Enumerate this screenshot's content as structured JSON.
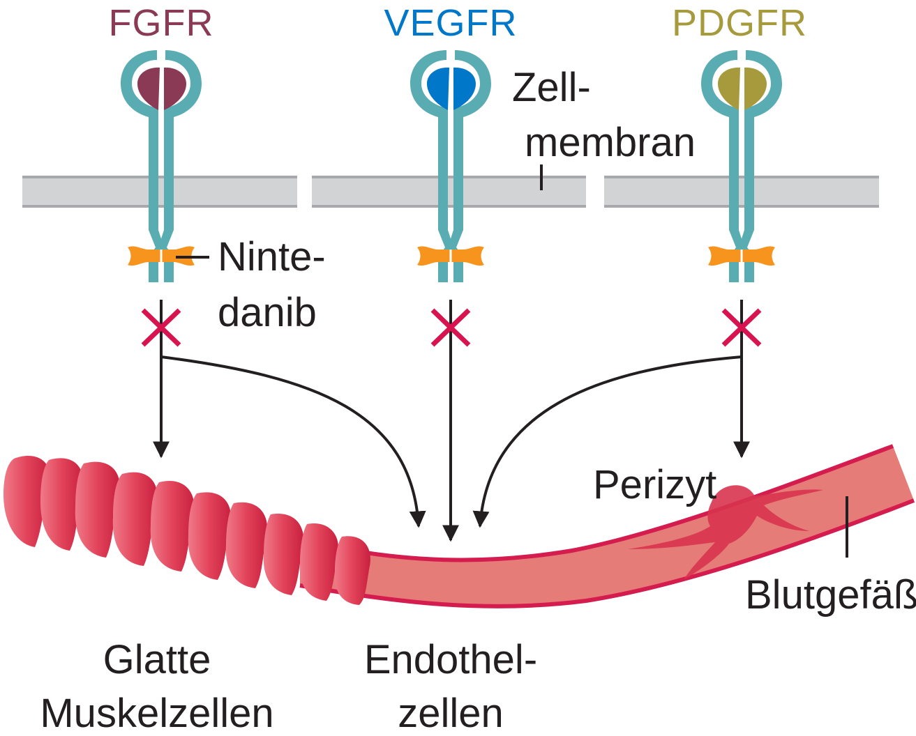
{
  "receptors": [
    {
      "name": "FGFR",
      "color": "#8b3a55"
    },
    {
      "name": "VEGFR",
      "color": "#0077c8"
    },
    {
      "name": "PDGFR",
      "color": "#a69a3d"
    }
  ],
  "labels": {
    "membrane_line1": "Zell-",
    "membrane_line2": "membran",
    "drug_line1": "Ninte-",
    "drug_line2": "danib",
    "pericyte": "Perizyt",
    "vessel": "Blutgefäß",
    "smooth_muscle_line1": "Glatte",
    "smooth_muscle_line2": "Muskelzellen",
    "endothelial_line1": "Endothel-",
    "endothelial_line2": "zellen"
  },
  "colors": {
    "receptor": "#5aacb3",
    "membrane": "#d1d3d4",
    "membrane_edge": "#a7a9ac",
    "nintedanib": "#f7941d",
    "inhibition_cross": "#d7144f",
    "vessel_fill": "#e57c78",
    "vessel_wall": "#d41d4e",
    "muscle_cell": "#e94f64",
    "arrow": "#231f20"
  }
}
